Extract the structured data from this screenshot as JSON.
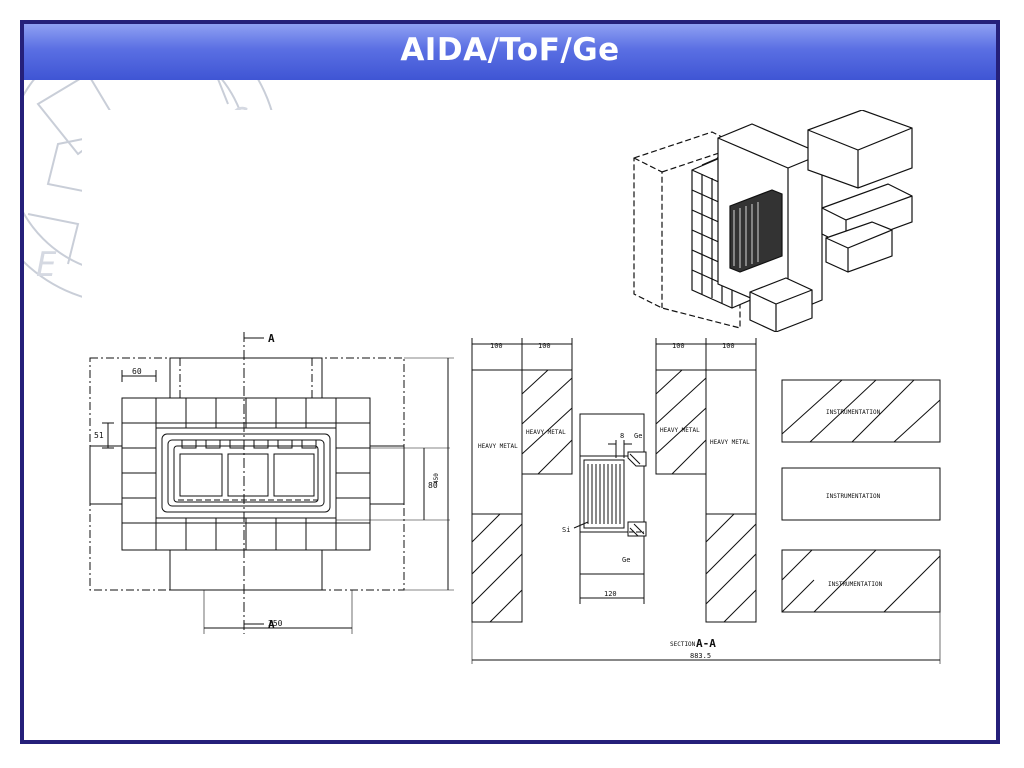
{
  "slide": {
    "title": "AIDA/ToF/Ge"
  },
  "drawing": {
    "front_view": {
      "section_marker_top": "A",
      "section_marker_bottom": "A",
      "dim_60": "60",
      "dim_51": "51",
      "dim_80": "80",
      "dim_450": "450",
      "dim_250": "250"
    },
    "section_view": {
      "dim_left_outer": "100",
      "dim_left_inner": "100",
      "dim_right_inner": "100",
      "dim_right_outer": "100",
      "heavy_metal_label": "HEAVY METAL",
      "ge_top_label": "Ge",
      "ge_bottom_label": "Ge",
      "dim_8": "8",
      "si_label": "Si",
      "dim_120": "120",
      "instrumentation_label": "INSTRUMENTATION",
      "section_caption_prefix": "SECTION",
      "section_caption_letters": "A-A",
      "dim_total": "883.5"
    }
  },
  "colors": {
    "frame": "#25207a",
    "title_bar": "#4f63dc",
    "title_text": "#ffffff",
    "line": "#111111"
  }
}
